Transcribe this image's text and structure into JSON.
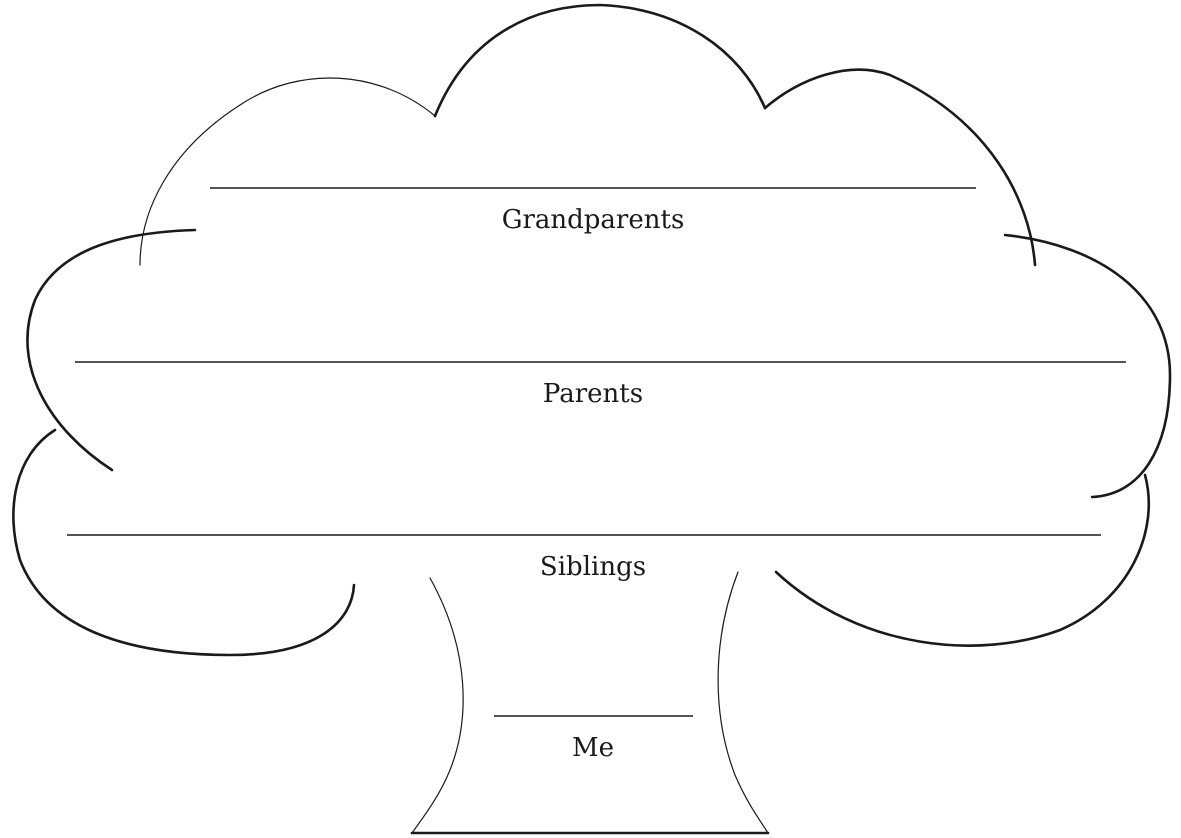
{
  "levels": {
    "grandparents": "Grandparents",
    "parents": "Parents",
    "siblings": "Siblings",
    "me": "Me"
  }
}
